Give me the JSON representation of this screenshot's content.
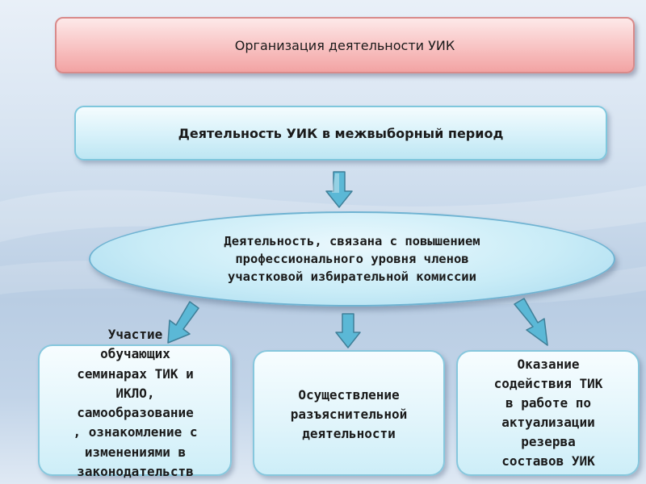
{
  "title": "Организация деятельности УИК",
  "period": "Деятельность УИК в межвыборный период",
  "central": "Деятельность, связана с повышением\nпрофессионального уровня членов\nучастковой избирательной комиссии",
  "items": [
    {
      "text": "Участие\nобучающих\nсеминарах ТИК и\nИКЛО,\nсамообразование\n, ознакомление с\nизменениями в\nзаконодательств"
    },
    {
      "text": "Осуществление\nразъяснительной\nдеятельности"
    },
    {
      "text": "Оказание\nсодействия ТИК\nв работе по\nактуализации\nрезерва\nсоставов УИК"
    }
  ],
  "colors": {
    "title_fill": "#f8c2c2",
    "title_border": "#d98a8a",
    "box_fill": "#d9f2fa",
    "box_border": "#7fc7dd",
    "arrow_fill": "#5bb8d6",
    "arrow_stroke": "#3f7f98"
  }
}
